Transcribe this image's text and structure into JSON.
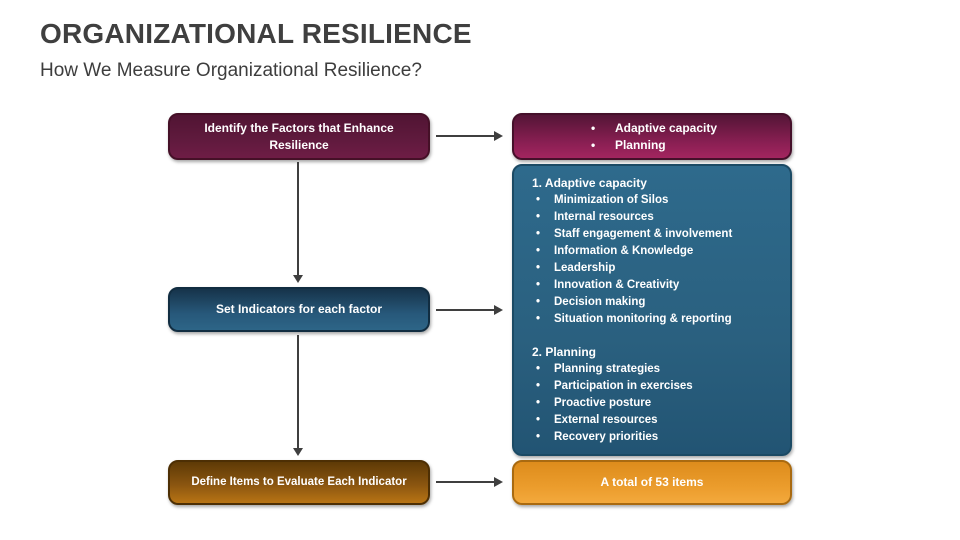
{
  "title": "ORGANIZATIONAL RESILIENCE",
  "subtitle": "How We Measure Organizational Resilience?",
  "flow": {
    "left_steps": [
      {
        "label": "Identify the Factors that Enhance Resilience"
      },
      {
        "label": "Set Indicators for each factor"
      },
      {
        "label": "Define Items to Evaluate Each Indicator"
      }
    ],
    "right_boxes": {
      "factors": {
        "bullets": [
          "Adaptive capacity",
          "Planning"
        ]
      },
      "indicators": {
        "sections": [
          {
            "heading": "1. Adaptive capacity",
            "items": [
              "Minimization of Silos",
              "Internal resources",
              "Staff engagement & involvement",
              "Information & Knowledge",
              "Leadership",
              "Innovation & Creativity",
              "Decision making",
              "Situation monitoring & reporting"
            ]
          },
          {
            "heading": "2. Planning",
            "items": [
              "Planning strategies",
              "Participation in exercises",
              "Proactive posture",
              "External resources",
              "Recovery priorities"
            ]
          }
        ]
      },
      "total": {
        "label": "A total of 53 items"
      }
    }
  },
  "colors": {
    "title_text": "#3f3f3f",
    "maroon_box": "#5f1a3d",
    "magenta_box": "#a3255f",
    "dark_teal_box": "#27587a",
    "teal_panel": "#2a607f",
    "brown_box": "#8a5510",
    "orange_box": "#eb9c2c",
    "arrow": "#3f3f3f",
    "box_text": "#ffffff"
  }
}
